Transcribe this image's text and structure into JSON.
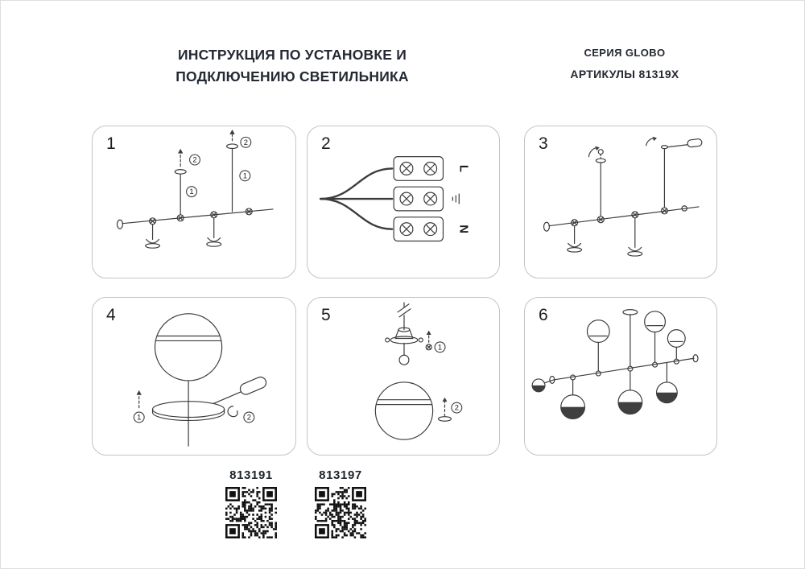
{
  "colors": {
    "text": "#242933",
    "line": "#3c3c3c",
    "panel_border": "#c4c4c4",
    "qr": "#111111"
  },
  "header": {
    "title_line1": "ИНСТРУКЦИЯ ПО УСТАНОВКЕ И",
    "title_line2": "ПОДКЛЮЧЕНИЮ СВЕТИЛЬНИКА",
    "series": "СЕРИЯ GLOBO",
    "articles": "АРТИКУЛЫ 81319X"
  },
  "panels": [
    {
      "number": "1"
    },
    {
      "number": "2"
    },
    {
      "number": "3"
    },
    {
      "number": "4"
    },
    {
      "number": "5"
    },
    {
      "number": "6"
    }
  ],
  "wiring": {
    "line_label": "L",
    "neutral_label": "N"
  },
  "markers": {
    "one": "1",
    "two": "2"
  },
  "footer": {
    "codes": [
      "813191",
      "813197"
    ]
  }
}
